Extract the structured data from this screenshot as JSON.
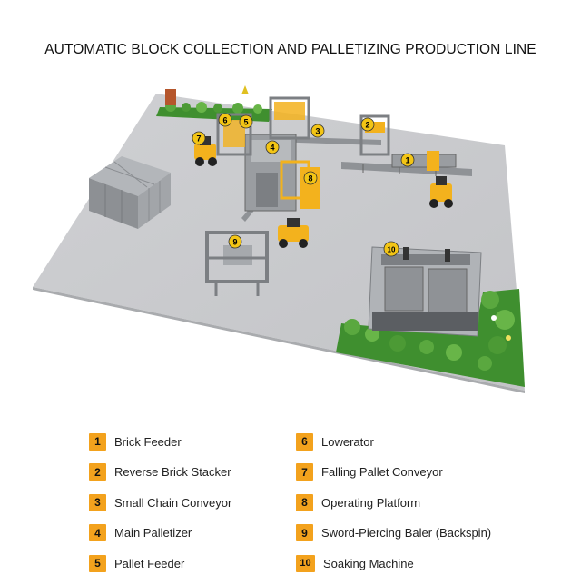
{
  "title": "AUTOMATIC BLOCK COLLECTION AND PALLETIZING PRODUCTION LINE",
  "colors": {
    "floor": "#c8c9cc",
    "machine": "#8f9296",
    "accent_yellow": "#f3b21d",
    "block_gray": "#9fa2a6",
    "grass": "#3f8f2f",
    "badge": "#f3a21d"
  },
  "markers": [
    "1",
    "2",
    "3",
    "4",
    "5",
    "6",
    "7",
    "8",
    "9",
    "10"
  ],
  "legend": {
    "left": [
      {
        "num": "1",
        "label": "Brick Feeder"
      },
      {
        "num": "2",
        "label": "Reverse Brick Stacker"
      },
      {
        "num": "3",
        "label": "Small Chain Conveyor"
      },
      {
        "num": "4",
        "label": "Main Palletizer"
      },
      {
        "num": "5",
        "label": "Pallet Feeder"
      }
    ],
    "right": [
      {
        "num": "6",
        "label": "Lowerator"
      },
      {
        "num": "7",
        "label": "Falling Pallet Conveyor"
      },
      {
        "num": "8",
        "label": "Operating Platform"
      },
      {
        "num": "9",
        "label": "Sword-Piercing Baler (Backspin)"
      },
      {
        "num": "10",
        "label": "Soaking Machine"
      }
    ]
  }
}
